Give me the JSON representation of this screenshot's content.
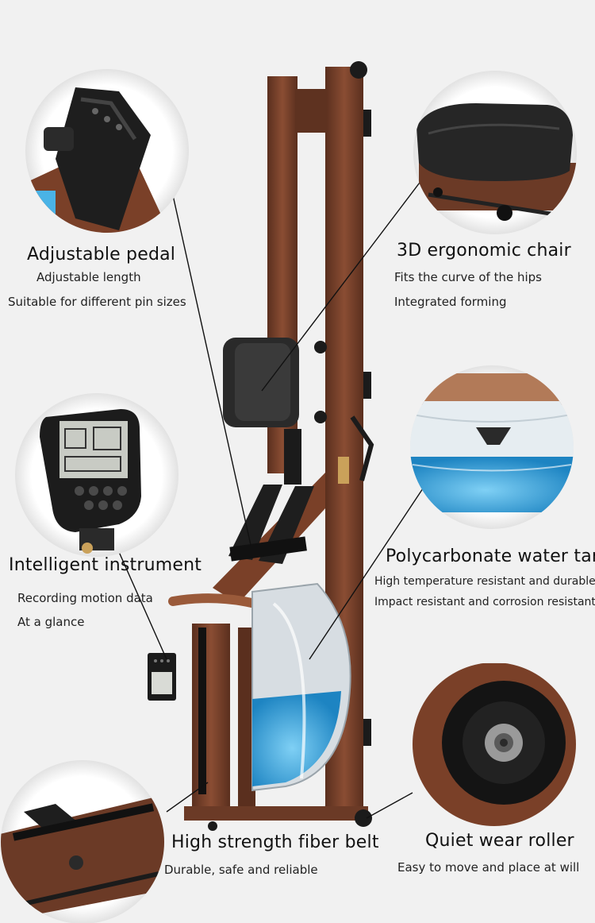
{
  "features": {
    "pedal": {
      "title": "Adjustable pedal",
      "lines": [
        "Adjustable length",
        "Suitable for different pin sizes"
      ]
    },
    "chair": {
      "title": "3D ergonomic chair",
      "lines": [
        "Fits the curve of the hips",
        "Integrated forming"
      ]
    },
    "instrument": {
      "title": "Intelligent instrument",
      "lines": [
        "Recording motion data",
        "At a glance"
      ]
    },
    "tank": {
      "title": "Polycarbonate water tank",
      "lines": [
        "High temperature resistant and durable",
        "Impact resistant and corrosion resistant"
      ]
    },
    "belt": {
      "title": "High strength fiber belt",
      "lines": [
        "Durable, safe and reliable"
      ]
    },
    "roller": {
      "title": "Quiet wear roller",
      "lines": [
        "Easy to move and place at will"
      ]
    }
  },
  "colors": {
    "background": "#f1f1f1",
    "wood": "#6b3a26",
    "wood_light": "#8a4d33",
    "water": "#2fa6e0",
    "black": "#1b1b1b"
  }
}
